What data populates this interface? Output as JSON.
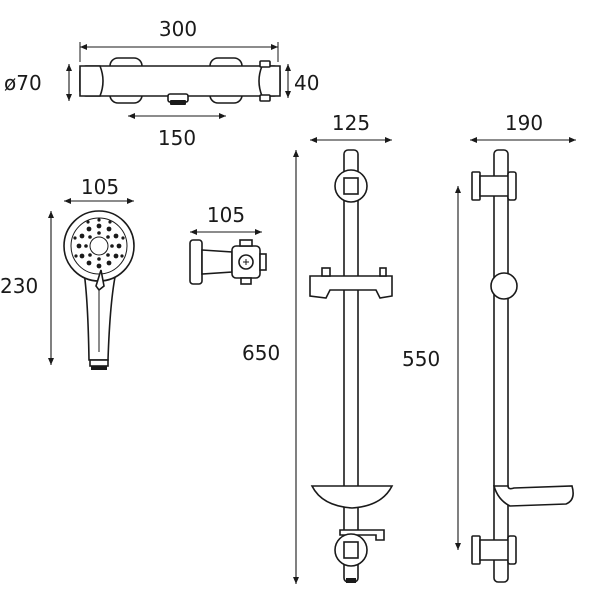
{
  "dimensions": {
    "valve_width": "300",
    "valve_diameter": "ø70",
    "valve_depth": "40",
    "valve_centres": "150",
    "handset_width": "105",
    "handset_length": "230",
    "outlet_width": "105",
    "rail_front_width": "125",
    "rail_front_height": "650",
    "rail_side_width": "190",
    "rail_side_height": "550"
  },
  "colors": {
    "line": "#1a1a1a",
    "background": "#ffffff"
  }
}
